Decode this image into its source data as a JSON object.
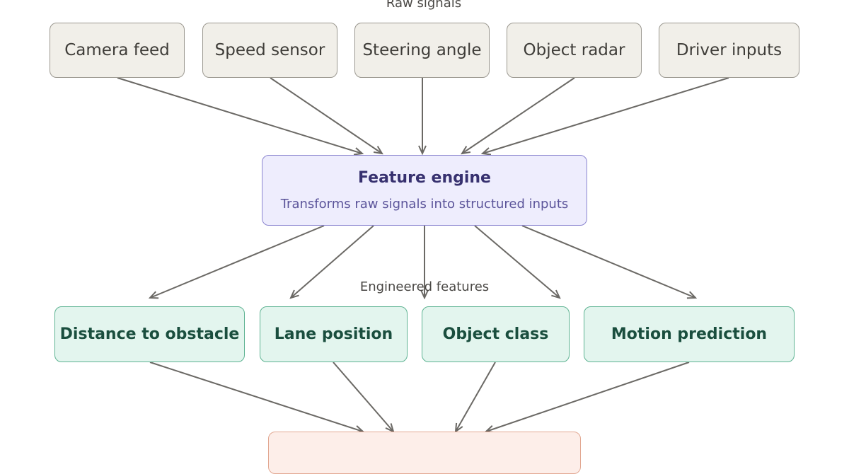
{
  "groups": {
    "raw_signals": "Raw signals",
    "engineered_features": "Engineered features"
  },
  "raw_nodes": [
    "Camera feed",
    "Speed sensor",
    "Steering angle",
    "Object radar",
    "Driver inputs"
  ],
  "engine": {
    "title": "Feature engine",
    "subtitle": "Transforms raw signals into structured inputs"
  },
  "feature_nodes": [
    "Distance to obstacle",
    "Lane position",
    "Object class",
    "Motion prediction"
  ],
  "colors": {
    "edge": "#6b6965",
    "raw_fill": "#f1efe9",
    "engine_fill": "#eeedfd",
    "feature_fill": "#e3f5ee",
    "output_fill": "#fdeee9"
  }
}
